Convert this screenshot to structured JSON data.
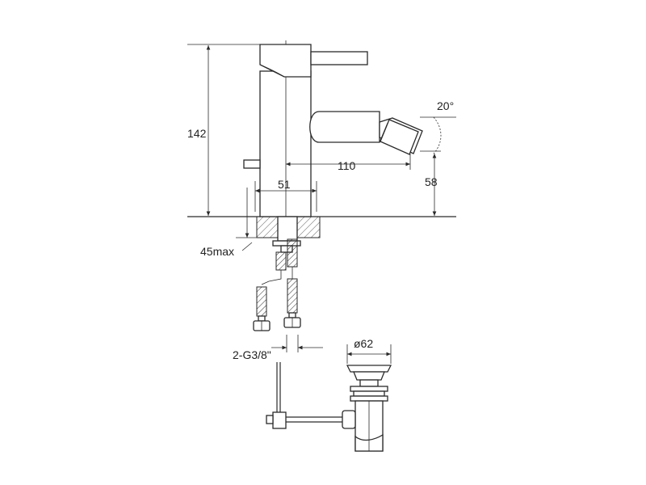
{
  "dimensions": {
    "height_total": "142",
    "spout_reach": "110",
    "angle": "20°",
    "spout_height": "58",
    "base_diameter": "51",
    "max_thickness": "45max",
    "connection": "2-G3/8\"",
    "waste_diameter": "ø62"
  },
  "colors": {
    "line": "#2a2a2a",
    "text": "#222222",
    "background": "#ffffff"
  }
}
